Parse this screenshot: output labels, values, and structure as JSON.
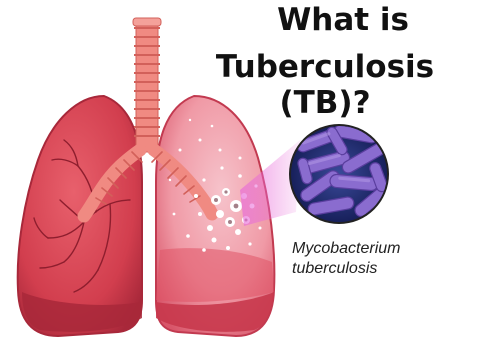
{
  "title": {
    "line1": "What is",
    "line2": "Tuberculosis (TB)?"
  },
  "caption": {
    "line1": "Mycobacterium",
    "line2": "tuberculosis"
  },
  "colors": {
    "lung_main": "#d9404f",
    "lung_dark": "#a8283a",
    "lung_light": "#f08a90",
    "airway": "#f08a82",
    "infected_area": "#f7b8c4",
    "zoom_highlight": "#e86ad8",
    "zoom_circle_bg": "#1f2a70",
    "bacteria": "#8a6ccf"
  },
  "icons": [
    "lungs-illustration",
    "trachea",
    "bronchi",
    "lesion-spots",
    "magnifier-circle",
    "bacteria-rods"
  ]
}
